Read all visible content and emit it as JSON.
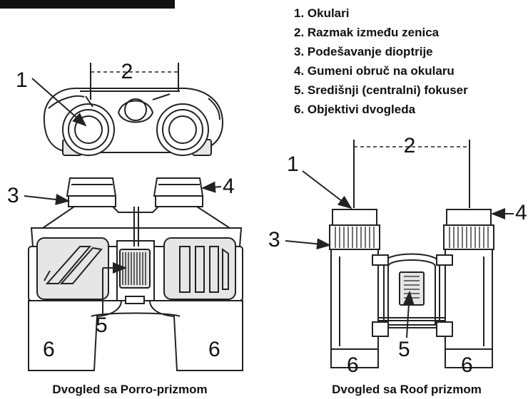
{
  "legend": [
    "1. Okulari",
    "2. Razmak između zenica",
    "3. Podešavanje dioptrije",
    "4. Gumeni obruč na okularu",
    "5. Središnji (centralni) fokuser",
    "6. Objektivi dvogleda"
  ],
  "porro": {
    "caption": "Dvogled sa Porro-prizmom",
    "labels": {
      "n1": "1",
      "n2": "2",
      "n3": "3",
      "n4": "4",
      "n5": "5",
      "n6a": "6",
      "n6b": "6"
    }
  },
  "roof": {
    "caption": "Dvogled sa Roof prizmom",
    "labels": {
      "n1": "1",
      "n2": "2",
      "n3": "3",
      "n4": "4",
      "n5": "5",
      "n6a": "6",
      "n6b": "6"
    }
  }
}
